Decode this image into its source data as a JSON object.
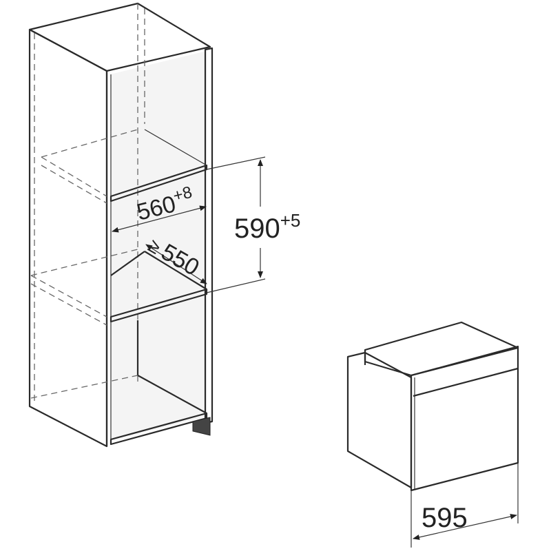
{
  "dimensions": {
    "niche_width": {
      "value": "560",
      "tolerance": "+8"
    },
    "niche_height": {
      "value": "590",
      "tolerance": "+5"
    },
    "niche_depth": {
      "prefix": "≥",
      "value": "550"
    },
    "appliance_width": {
      "value": "595"
    }
  },
  "colors": {
    "panel": "#f2f2f2",
    "front": "#e6e6e6",
    "line": "#2a2a2a"
  }
}
